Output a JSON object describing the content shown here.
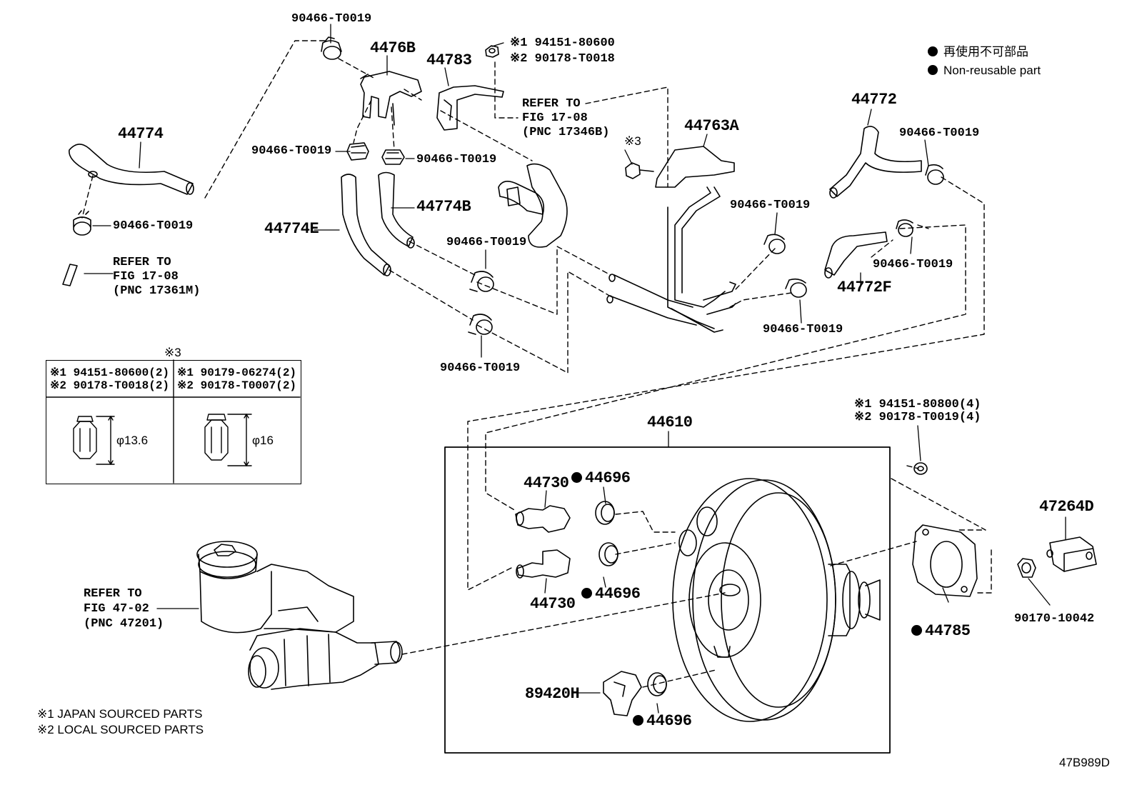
{
  "legend": {
    "jp": "再使用不可部品",
    "en": "Non-reusable part"
  },
  "parts": {
    "clamp_tl": "90466-T0019",
    "p4476B": "4476B",
    "p44783": "44783",
    "nut_ref1": "※1 94151-80600",
    "nut_ref2": "※2 90178-T0018",
    "p44774": "44774",
    "clamp_left_upper": "90466-T0019",
    "clamp_right_upper": "90466-T0019",
    "clamp_hose44774": "90466-T0019",
    "p44774B": "44774B",
    "p44774E": "44774E",
    "clamp_mid1": "90466-T0019",
    "clamp_mid2": "90466-T0019",
    "p44763A": "44763A",
    "mark3": "※3",
    "p44772": "44772",
    "clamp_44772": "90466-T0019",
    "clamp_pipe1": "90466-T0019",
    "clamp_44772F": "90466-T0019",
    "p44772F": "44772F",
    "clamp_pipe2": "90466-T0019",
    "p44610": "44610",
    "p44730a": "44730",
    "p44696a": "44696",
    "p44730b": "44730",
    "p44696b": "44696",
    "p89420H": "89420H",
    "p44696c": "44696",
    "nut4_ref1": "※1 94151-80800(4)",
    "nut4_ref2": "※2 90178-T0019(4)",
    "p47264D": "47264D",
    "p44785": "44785",
    "p90170": "90170-10042"
  },
  "refers": {
    "fig_17346B": [
      "REFER TO",
      "FIG 17-08",
      "(PNC 17346B)"
    ],
    "fig_17361M": [
      "REFER TO",
      "FIG 17-08",
      "(PNC 17361M)"
    ],
    "fig_47201": [
      "REFER TO",
      "FIG 47-02",
      "(PNC 47201)"
    ]
  },
  "table": {
    "title": "※3",
    "col1_line1": "※1 94151-80600(2)",
    "col1_line2": "※2 90178-T0018(2)",
    "col2_line1": "※1 90179-06274(2)",
    "col2_line2": "※2 90178-T0007(2)",
    "dia1": "φ13.6",
    "dia2": "φ16"
  },
  "footnotes": {
    "n1": "※1 JAPAN SOURCED PARTS",
    "n2": "※2 LOCAL SOURCED PARTS"
  },
  "figure_id": "47B989D"
}
